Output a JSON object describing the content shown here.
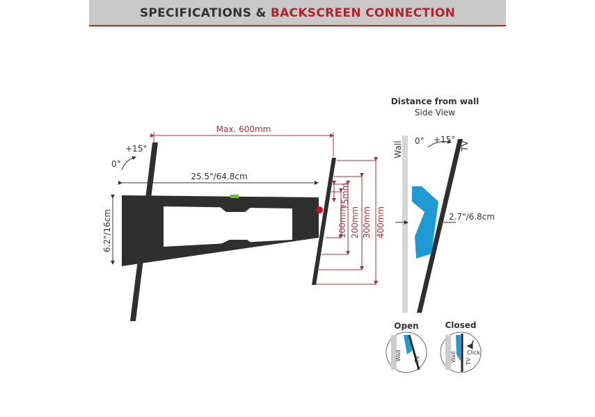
{
  "header": {
    "title_part1": "SPECIFICATIONS & ",
    "title_part2": "BACKSCREEN CONNECTION"
  },
  "front_view": {
    "max_width": "Max. 600mm",
    "width": "25.5\"/64.8cm",
    "height": "6.2\"/16cm",
    "tilt_start": "0°",
    "tilt_max": "+15°",
    "vesa_heights": [
      "75mm",
      "100mm",
      "200mm",
      "300mm",
      "400mm"
    ]
  },
  "side_view": {
    "title": "Distance from wall",
    "subtitle": "Side View",
    "wall_label": "Wall",
    "tv_label": "TV",
    "tilt_start": "0°",
    "tilt_max": "+15°",
    "distance": "2.7\"/6.8cm"
  },
  "detail": {
    "open_label": "Open",
    "closed_label": "Closed",
    "wall_label": "Wall",
    "tv_label": "TV",
    "click_label": "Click"
  },
  "colors": {
    "accent": "#b5242b",
    "clip": "#1e9ad6",
    "mount": "#2f2f2f"
  }
}
